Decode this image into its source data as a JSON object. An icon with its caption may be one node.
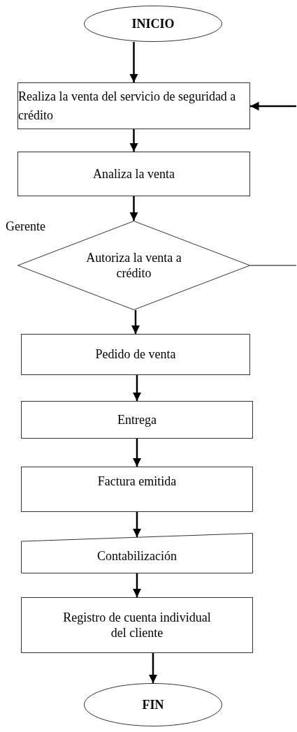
{
  "diagram": {
    "nodes": [
      {
        "text": [
          "INICIO"
        ]
      },
      {
        "text": [
          "Realiza la venta del servicio de seguridad a crédito"
        ]
      },
      {
        "text": [
          "Analiza la venta"
        ]
      },
      {
        "text": [
          "Autoriza la venta a crédito"
        ],
        "beside": [
          "Gerente"
        ]
      },
      {
        "text": [
          "Pedido de venta"
        ]
      },
      {
        "text": [
          "Entrega"
        ]
      },
      {
        "text": [
          "Factura emitida"
        ]
      },
      {
        "text": [
          "Contabilización"
        ]
      },
      {
        "text": [
          "Registro de cuenta individual del cliente"
        ]
      },
      {
        "text": [
          "FIN"
        ]
      }
    ],
    "edges": [
      {
        "from": 0,
        "to": 1,
        "arrow": "to"
      },
      {
        "from": 1,
        "to": 2,
        "arrow": "to"
      },
      {
        "from": 2,
        "to": 3,
        "arrow": "to"
      },
      {
        "from": 3,
        "to": 4,
        "arrow": "to"
      },
      {
        "from": 4,
        "to": 5,
        "arrow": "to"
      },
      {
        "from": 5,
        "to": 6,
        "arrow": "to"
      },
      {
        "from": 6,
        "to": 7,
        "arrow": "to"
      },
      {
        "from": 7,
        "to": 8,
        "arrow": "to"
      },
      {
        "from": 8,
        "to": 9,
        "arrow": "to"
      },
      {
        "from": 3,
        "to": null,
        "arrow": "none"
      },
      {
        "from": null,
        "to": 1,
        "arrow": "to"
      }
    ]
  }
}
